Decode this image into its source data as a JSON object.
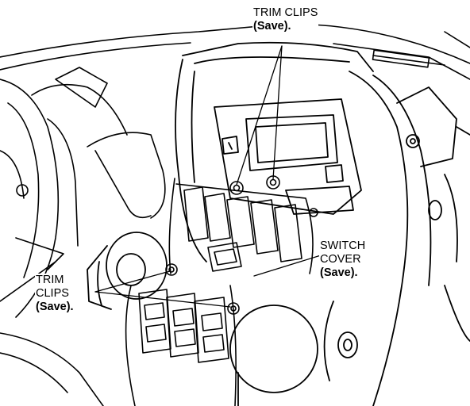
{
  "callouts": {
    "top": {
      "line1": "TRIM CLIPS",
      "line2": "(Save)."
    },
    "left": {
      "line1": "TRIM",
      "line2": "CLIPS",
      "line3": "(Save)."
    },
    "right": {
      "line1": "SWITCH",
      "line2": "COVER",
      "line3": "(Save)."
    }
  },
  "colors": {
    "ink": "#000000",
    "background": "#ffffff"
  }
}
